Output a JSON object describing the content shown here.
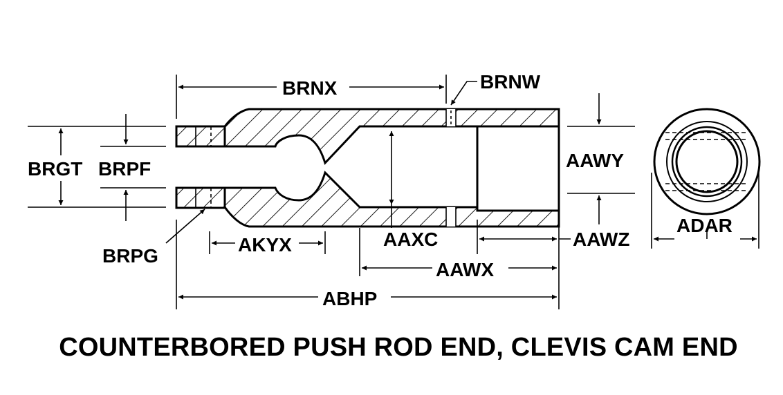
{
  "title": "COUNTERBORED PUSH ROD END, CLEVIS CAM END",
  "labels": {
    "brnx": "BRNX",
    "brnw": "BRNW",
    "brgt": "BRGT",
    "brpf": "BRPF",
    "aawy": "AAWY",
    "aawz": "AAWZ",
    "adar": "ADAR",
    "brpg": "BRPG",
    "akyx": "AKYX",
    "aaxc": "AAXC",
    "aawx": "AAWX",
    "abhp": "ABHP"
  }
}
